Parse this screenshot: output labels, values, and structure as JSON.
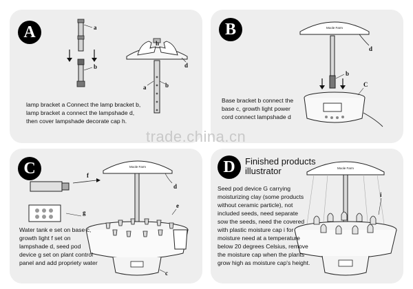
{
  "panels": {
    "a": {
      "badge": "A",
      "description": "lamp bracket a Connect the lamp bracket b,\nlamp bracket a connect the lampshade d,\nthen cover lampshade decorate cap h.",
      "labels": [
        "a",
        "b",
        "h",
        "a",
        "d",
        "b"
      ]
    },
    "b": {
      "badge": "B",
      "brand": "Moole Farm",
      "description": "Base bracket b connect the\nbase c, growth light power\ncord connect lampshade d",
      "labels": [
        "d",
        "b",
        "C"
      ]
    },
    "c": {
      "badge": "C",
      "brand": "Moole Farm",
      "description": "Water tank e set on base c,\ngrowth light f set on\nlampshade d, seed pod\ndevice g set on plant control\npanel and add propriety water",
      "labels": [
        "f",
        "d",
        "e",
        "g",
        "c"
      ]
    },
    "d": {
      "badge": "D",
      "title": "Finished products\nillustrator",
      "brand": "Moole Farm",
      "description": "Seed pod device G carrying\nmoisturizing clay (some products\nwithout ceramic particle), not\nincluded seeds, need separate\nsow the seeds, need the covered\nwith plastic moisture cap i for\nmoisture need at a temperature\nbelow 20 degrees Celsius, remove\nthe moisture cap when the plants\ngrow high as moisture cap's height.",
      "labels": [
        "i"
      ]
    }
  },
  "watermark": "trade.china.cn"
}
